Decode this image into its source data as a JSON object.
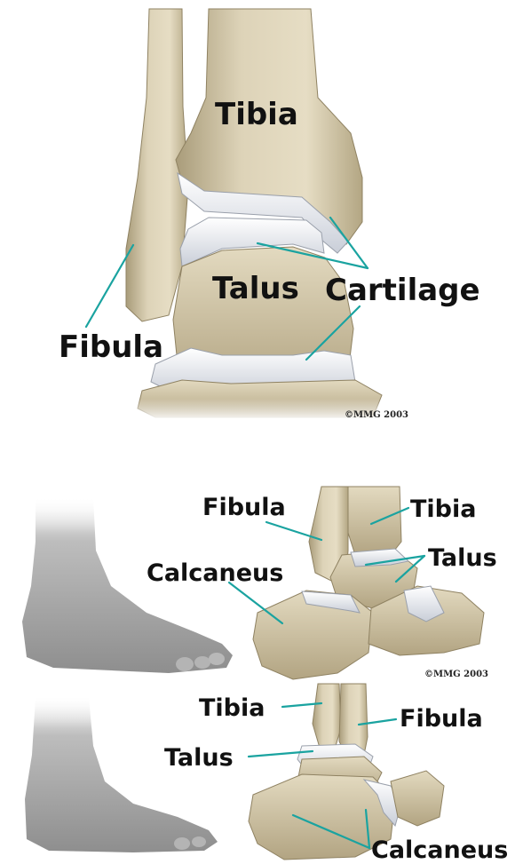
{
  "top_view": {
    "labels": {
      "tibia": "Tibia",
      "fibula": "Fibula",
      "talus": "Talus",
      "cartilage": "Cartilage"
    },
    "copyright": "©MMG 2003"
  },
  "side_view": {
    "labels": {
      "fibula": "Fibula",
      "tibia": "Tibia",
      "talus": "Talus",
      "calcaneus": "Calcaneus"
    },
    "copyright": "©MMG 2003"
  },
  "back_view": {
    "labels": {
      "tibia": "Tibia",
      "fibula": "Fibula",
      "talus": "Talus",
      "calcaneus": "Calcaneus"
    }
  },
  "colors": {
    "bone": "#d9cfb4",
    "bone_shadow": "#a99c7a",
    "cartilage": "#eef1f6",
    "leader_line": "#1aa3a0",
    "skin": "#9c9c9c"
  }
}
